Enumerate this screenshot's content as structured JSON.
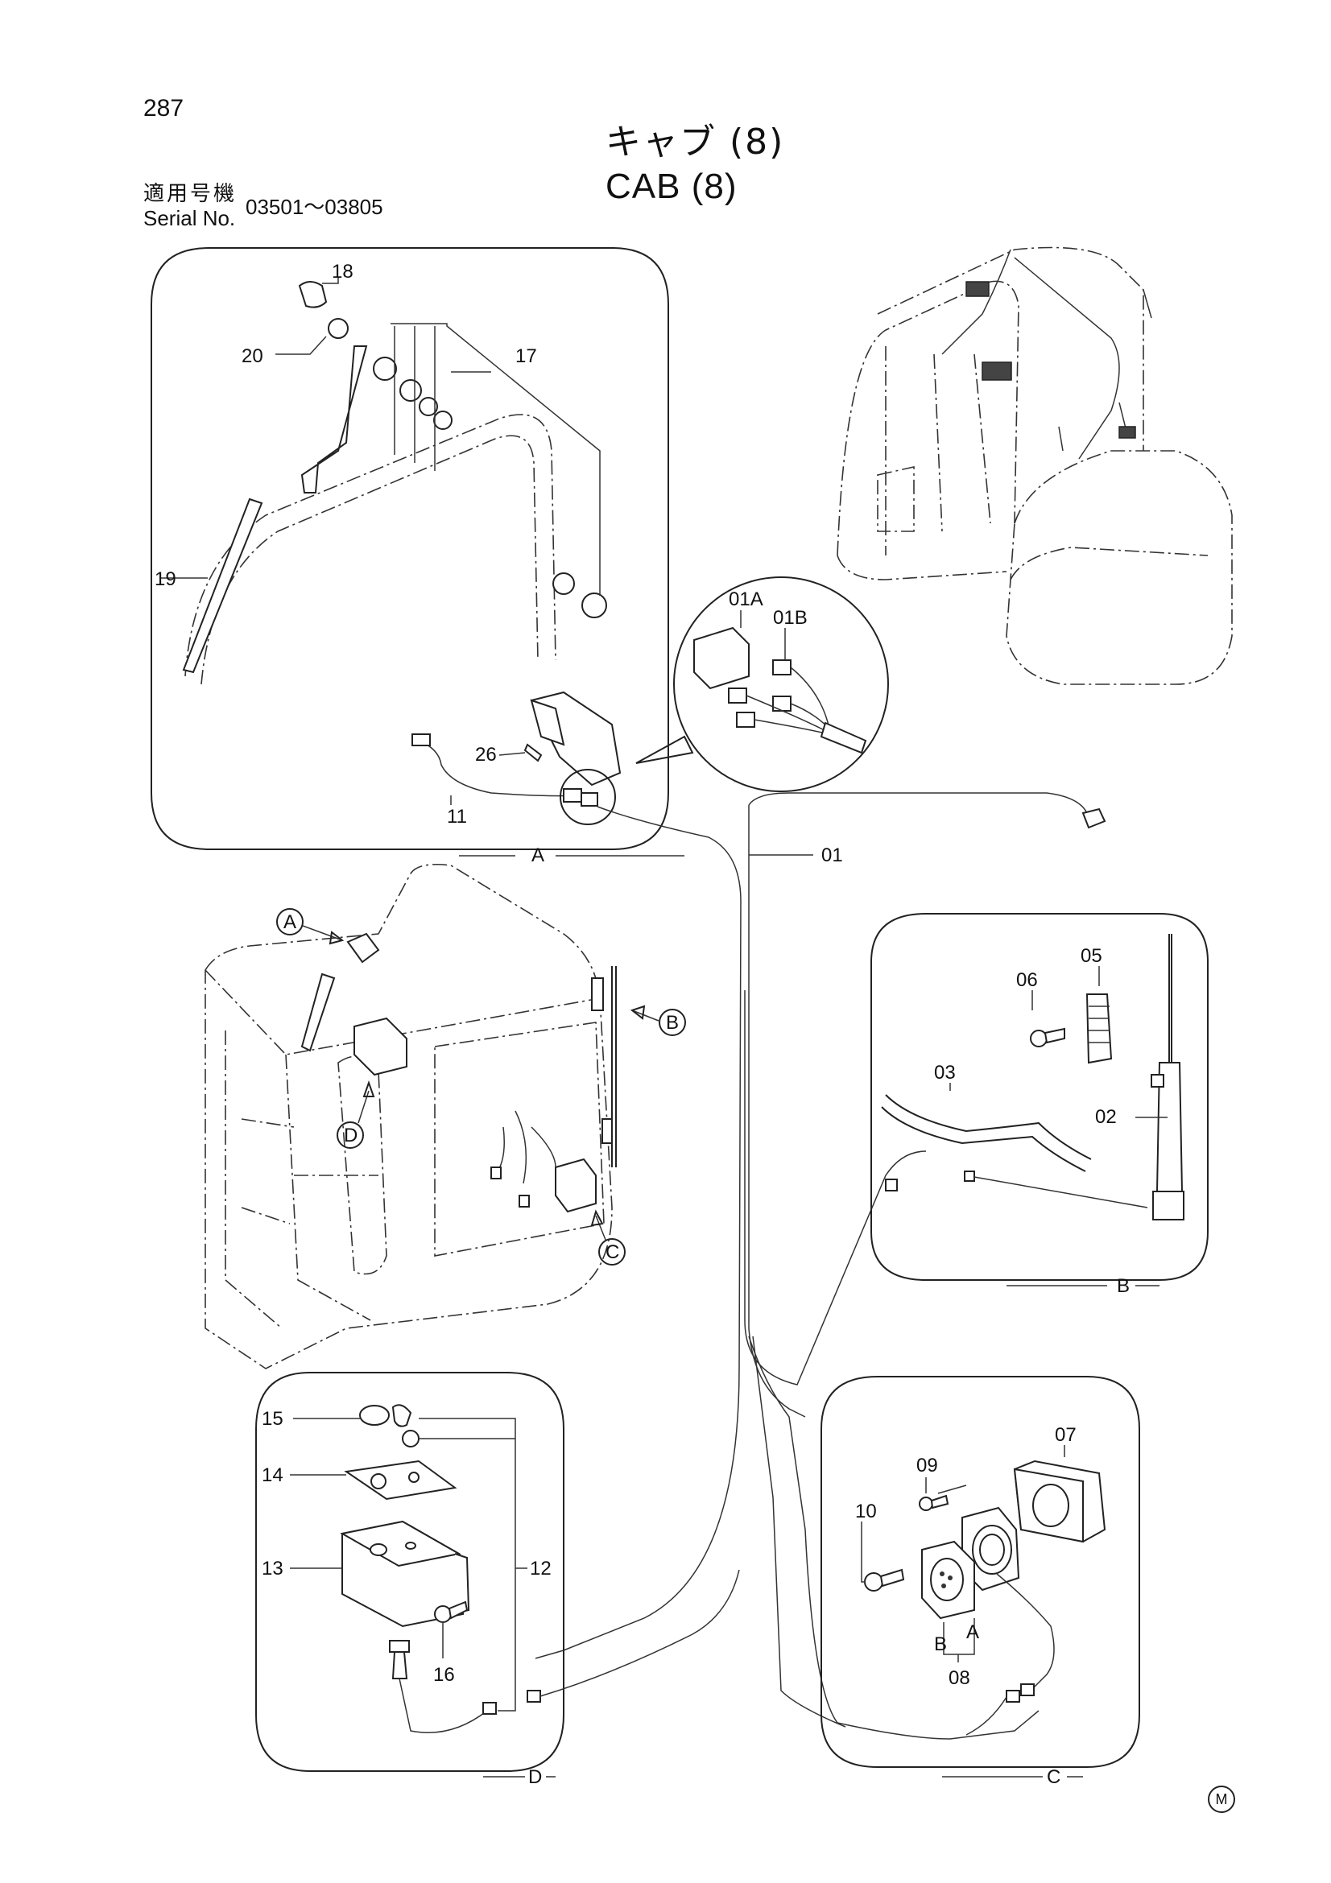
{
  "header": {
    "page_number": "287",
    "title_ja": "キャブ (8)",
    "title_en": "CAB (8)",
    "serial_label_ja": "適用号機",
    "serial_label_en": "Serial No.",
    "serial_range": "03501～03805"
  },
  "panels": {
    "A": "A",
    "B": "B",
    "C": "C",
    "D": "D"
  },
  "callouts": {
    "c01": "01",
    "c01A": "01A",
    "c01B": "01B",
    "c02": "02",
    "c03": "03",
    "c05": "05",
    "c06": "06",
    "c07": "07",
    "c08": "08",
    "c09": "09",
    "c10": "10",
    "c11": "11",
    "c12": "12",
    "c13": "13",
    "c14": "14",
    "c15": "15",
    "c16": "16",
    "c17": "17",
    "c18": "18",
    "c19": "19",
    "c20": "20",
    "c26": "26",
    "terminal_A": "A",
    "terminal_B": "B"
  },
  "location_markers": {
    "A": "A",
    "B": "B",
    "C": "C",
    "D": "D"
  },
  "footer_mark": "M"
}
